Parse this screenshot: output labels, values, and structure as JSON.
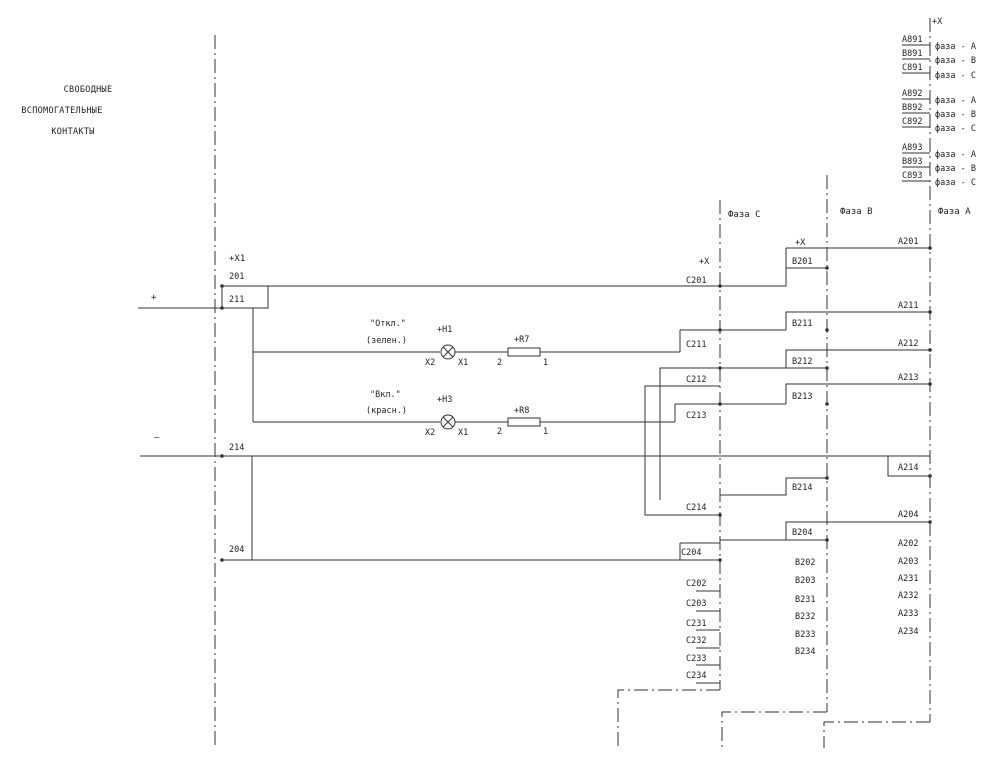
{
  "side_note": {
    "line1": "СВОБОДНЫЕ",
    "line2": "ВСПОМОГАТЕЛЬНЫЕ",
    "line3": "КОНТАКТЫ"
  },
  "polarity": {
    "plus": "+",
    "minus": "–"
  },
  "terminal_block": {
    "name": "+X1",
    "terminals": [
      "201",
      "211",
      "214",
      "204"
    ]
  },
  "lamps": [
    {
      "caption": "\"Откл.\"",
      "color_note": "(зелен.)",
      "ref": "+H1",
      "pin_left": "X2",
      "pin_right": "X1"
    },
    {
      "caption": "\"Вкл.\"",
      "color_note": "(красн.)",
      "ref": "+H3",
      "pin_left": "X2",
      "pin_right": "X1"
    }
  ],
  "resistors": [
    {
      "ref": "+R7",
      "pin_left": "2",
      "pin_right": "1"
    },
    {
      "ref": "+R8",
      "pin_left": "2",
      "pin_right": "1"
    }
  ],
  "phase_headers": {
    "c": "Фаза С",
    "b": "Фаза В",
    "a": "Фаза А"
  },
  "block_plus_x": "+Х",
  "phase_c_wires": [
    "C201",
    "C211",
    "C212",
    "C213",
    "C214",
    "C204"
  ],
  "phase_c_spares": [
    "C202",
    "C203",
    "C231",
    "C232",
    "C233",
    "C234"
  ],
  "phase_b_wires": [
    "B201",
    "B211",
    "B212",
    "B213",
    "B214",
    "B204"
  ],
  "phase_b_spares": [
    "B202",
    "B203",
    "B231",
    "B232",
    "B233",
    "B234"
  ],
  "phase_a_wires": [
    "A201",
    "A211",
    "A212",
    "A213",
    "A214",
    "A204"
  ],
  "phase_a_spares": [
    "A202",
    "A203",
    "A231",
    "A232",
    "A233",
    "A234"
  ],
  "legend": {
    "header": "+Х",
    "groups": [
      {
        "wires": [
          "A891",
          "B891",
          "C891"
        ],
        "labels": [
          "фаза - А",
          "фаза - В",
          "фаза - С"
        ]
      },
      {
        "wires": [
          "A892",
          "B892",
          "C892"
        ],
        "labels": [
          "фаза - А",
          "фаза - В",
          "фаза - С"
        ]
      },
      {
        "wires": [
          "A893",
          "B893",
          "C893"
        ],
        "labels": [
          "фаза - А",
          "фаза - В",
          "фаза - С"
        ]
      }
    ]
  },
  "colors": {
    "ink": "#333333",
    "paper": "#ffffff"
  }
}
